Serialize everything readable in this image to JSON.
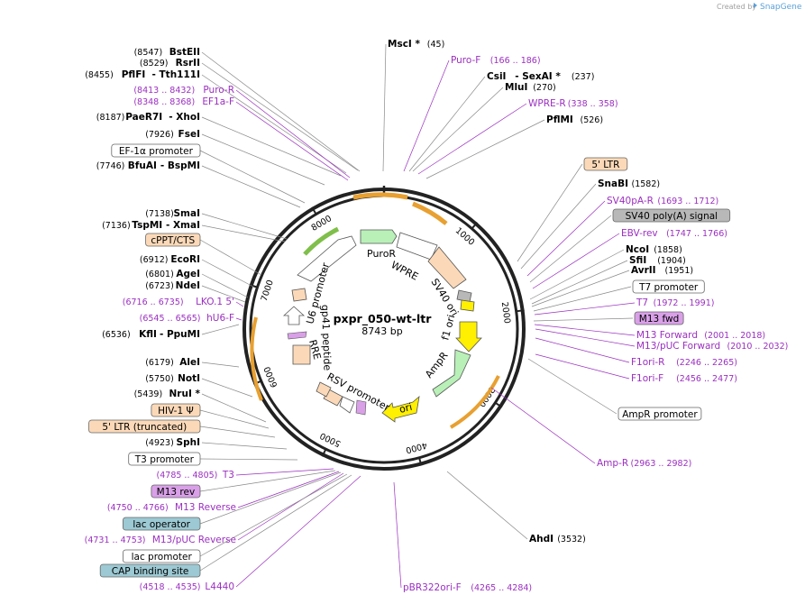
{
  "brand": {
    "created_by": "Created by",
    "name": "SnapGene"
  },
  "plasmid": {
    "name": "pxpr_050-wt-ltr",
    "size": "8743 bp"
  },
  "ticks": [
    "1000",
    "2000",
    "3000",
    "4000",
    "5000",
    "6000",
    "7000",
    "8000"
  ],
  "inner_features": {
    "puror": "PuroR",
    "wpre": "WPRE",
    "sv40ori": "SV40 ori",
    "f1ori": "f1 ori",
    "ampr": "AmpR",
    "ori": "ori",
    "rsv": "RSV promoter",
    "rre": "RRE",
    "gp41": "gp41 peptide",
    "u6": "U6 promoter"
  },
  "left_labels": [
    {
      "pos": "(8547)",
      "name": "BstEII"
    },
    {
      "pos": "(8529)",
      "name": "RsrII"
    },
    {
      "pos": "(8455)",
      "name": "PflFI",
      "name2": "- Tth111I"
    },
    {
      "pos": "(8413 .. 8432)",
      "name": "Puro-R",
      "purple": true
    },
    {
      "pos": "(8348 .. 8368)",
      "name": "EF1a-F",
      "purple": true
    },
    {
      "pos": "(8187)",
      "name": "PaeR7I",
      "name2": "- XhoI"
    },
    {
      "pos": "(7926)",
      "name": "FseI"
    },
    {
      "box": "EF-1α promoter",
      "style": "white"
    },
    {
      "pos": "(7746)",
      "name": "BfuAI",
      "name2": "- BspMI"
    },
    {
      "pos": "(7138)",
      "name": "SmaI"
    },
    {
      "pos": "(7136)",
      "name": "TspMI",
      "name2": "- XmaI"
    },
    {
      "box": "cPPT/CTS",
      "style": "peach"
    },
    {
      "pos": "(6912)",
      "name": "EcoRI"
    },
    {
      "pos": "(6801)",
      "name": "AgeI"
    },
    {
      "pos": "(6723)",
      "name": "NdeI"
    },
    {
      "pos": "(6716 .. 6735)",
      "name": "LKO.1 5'",
      "purple": true
    },
    {
      "pos": "(6545 .. 6565)",
      "name": "hU6-F",
      "purple": true
    },
    {
      "pos": "(6536)",
      "name": "KflI",
      "name2": "- PpuMI"
    },
    {
      "pos": "(6179)",
      "name": "AleI"
    },
    {
      "pos": "(5750)",
      "name": "NotI"
    },
    {
      "pos": "(5439)",
      "name": "NruI *"
    },
    {
      "box": "HIV-1 Ψ",
      "style": "peach"
    },
    {
      "box": "5' LTR (truncated)",
      "style": "peach"
    },
    {
      "pos": "(4923)",
      "name": "SphI"
    },
    {
      "box": "T3 promoter",
      "style": "white"
    },
    {
      "pos": "(4785 .. 4805)",
      "name": "T3",
      "purple": true
    },
    {
      "box": "M13 rev",
      "style": "magenta"
    },
    {
      "pos": "(4750 .. 4766)",
      "name": "M13 Reverse",
      "purple": true
    },
    {
      "box": "lac operator",
      "style": "teal"
    },
    {
      "pos": "(4731 .. 4753)",
      "name": "M13/pUC Reverse",
      "purple": true
    },
    {
      "box": "lac promoter",
      "style": "white"
    },
    {
      "box": "CAP binding site",
      "style": "teal"
    },
    {
      "pos": "(4518 .. 4535)",
      "name": "L4440",
      "purple": true
    }
  ],
  "right_labels": [
    {
      "name": "MscI *",
      "pos": "(45)"
    },
    {
      "name": "Puro-F",
      "pos": "(166 .. 186)",
      "purple": true
    },
    {
      "name": "CsiI",
      "name2": "- SexAI *",
      "pos": "(237)"
    },
    {
      "name": "MluI",
      "pos": "(270)"
    },
    {
      "name": "WPRE-R",
      "pos": "(338 .. 358)",
      "purple": true
    },
    {
      "name": "PflMI",
      "pos": "(526)"
    },
    {
      "box": "5' LTR",
      "style": "peach"
    },
    {
      "name": "SnaBI",
      "pos": "(1582)"
    },
    {
      "name": "SV40pA-R",
      "pos": "(1693 .. 1712)",
      "purple": true
    },
    {
      "box": "SV40 poly(A) signal",
      "style": "gray"
    },
    {
      "name": "EBV-rev",
      "pos": "(1747 .. 1766)",
      "purple": true
    },
    {
      "name": "NcoI",
      "pos": "(1858)"
    },
    {
      "name": "SfiI",
      "pos": "(1904)"
    },
    {
      "name": "AvrII",
      "pos": "(1951)"
    },
    {
      "box": "T7 promoter",
      "style": "white"
    },
    {
      "name": "T7",
      "pos": "(1972 .. 1991)",
      "purple": true
    },
    {
      "box": "M13 fwd",
      "style": "magenta"
    },
    {
      "name": "M13 Forward",
      "pos": "(2001 .. 2018)",
      "purple": true
    },
    {
      "name": "M13/pUC Forward",
      "pos": "(2010 .. 2032)",
      "purple": true
    },
    {
      "name": "F1ori-R",
      "pos": "(2246 .. 2265)",
      "purple": true
    },
    {
      "name": "F1ori-F",
      "pos": "(2456 .. 2477)",
      "purple": true
    },
    {
      "box": "AmpR promoter",
      "style": "white"
    },
    {
      "name": "Amp-R",
      "pos": "(2963 .. 2982)",
      "purple": true
    },
    {
      "name": "AhdI",
      "pos": "(3532)"
    },
    {
      "name": "pBR322ori-F",
      "pos": "(4265 .. 4284)",
      "purple": true
    }
  ],
  "colors": {
    "backbone": "#222222",
    "purple": "#9b2fc0",
    "peach": "#fbd9b8",
    "magenta": "#d9a0e8",
    "teal": "#9cc9d3",
    "gray": "#b8b8b8",
    "yellow": "#ffef00",
    "green": "#b8f0b8",
    "orange": "#e8a030"
  }
}
